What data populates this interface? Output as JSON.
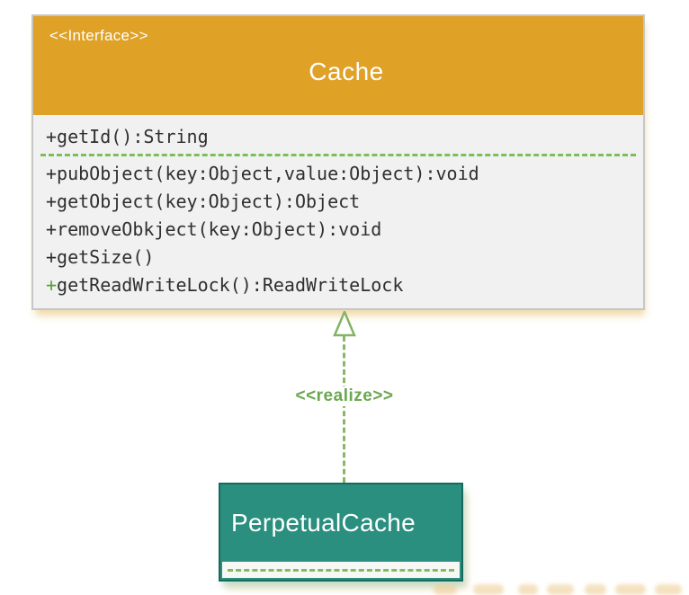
{
  "diagram": {
    "interface_box": {
      "stereotype": "<<Interface>>",
      "name": "Cache",
      "attribute": {
        "prefix": "+",
        "body": "getId():String"
      },
      "methods": [
        {
          "prefix": "+",
          "body": "pubObject(key:Object,value:Object):void"
        },
        {
          "prefix": "+",
          "body": "getObject(key:Object):Object"
        },
        {
          "prefix": "+",
          "body": "removeObkject(key:Object):void"
        },
        {
          "prefix": "+",
          "body": "getSize()"
        },
        {
          "prefix": "+",
          "body": "getReadWriteLock():ReadWriteLock"
        }
      ]
    },
    "relation": {
      "type": "realization",
      "label": "<<realize>>"
    },
    "class_box": {
      "name": "PerpetualCache"
    },
    "colors": {
      "interface_header": "#DFA126",
      "interface_body": "#F1F1F1",
      "class_fill": "#2B8F7F",
      "class_border": "#17695C",
      "relation_green": "#82B366",
      "realize_text_green": "#6AA84F",
      "method_text": "#2F2F2F",
      "watermark": "#ECC98C"
    }
  }
}
